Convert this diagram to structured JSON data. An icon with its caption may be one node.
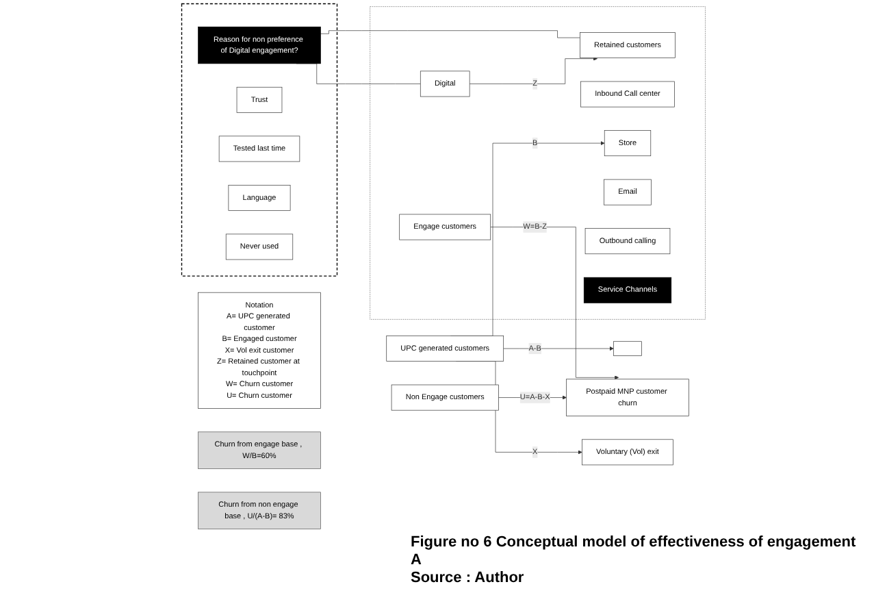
{
  "diagram": {
    "caption": "Figure no  6 Conceptual model of effectiveness of engagement",
    "nodes": [
      {
        "text": [],
        "shape": "box"
      },
      {
        "text": [
          "Reason for non preference of Digital engagement?"
        ],
        "in": 0
      },
      {
        "text": [
          "Trust"
        ],
        "in": 0
      },
      {
        "text": [
          "Tested last time"
        ],
        "in": 0
      },
      {
        "text": [
          "Language"
        ],
        "in": 0
      },
      {
        "text": [
          "Never used"
        ],
        "in": 0
      },
      {
        "text": [],
        "shape": "box"
      },
      {
        "text": [
          "Retained customers"
        ],
        "in": 6
      },
      {
        "text": [
          "Digital"
        ],
        "in": 6
      },
      {
        "text": [
          "Inbound Call center"
        ],
        "in": 6
      },
      {
        "text": [
          "Store"
        ],
        "in": 6
      },
      {
        "text": [
          "Email"
        ],
        "in": 6
      },
      {
        "text": [
          "Outbound calling"
        ],
        "in": 6
      },
      {
        "text": [
          "Service Channels"
        ],
        "in": 6
      },
      {
        "text": [
          "Engage customers"
        ],
        "in": 6
      },
      {
        "text": [
          "Churn from engage base , W/B=60%"
        ]
      },
      {
        "text": [
          "Postpaid MNP customer churn"
        ]
      },
      {
        "text": [
          "UPC generated customers"
        ]
      },
      {
        "text": [
          "Notation",
          "A= UPC generated customer",
          "B= Engaged customer",
          "X= Vol exit customer",
          "Z= Retained customer at touchpoint",
          "W= Churn customer",
          "U= Churn customer"
        ]
      },
      {
        "text": [],
        "shape": "box"
      },
      {
        "text": [
          "Non Engage customers"
        ]
      },
      {
        "text": [
          "Voluntary (Vol)  exit"
        ]
      },
      {
        "text": [
          "Churn from non engage base , U/(A-B)= 83%"
        ]
      }
    ],
    "edges": [
      {
        "from": 1,
        "to": 7,
        "arrow": "none"
      },
      {
        "from": 1,
        "to": 8,
        "arrow": "none"
      },
      {
        "from": 8,
        "to": 7,
        "arrow": "to",
        "label": "Z"
      },
      {
        "from": 17,
        "to": 10,
        "arrow": "to",
        "label": "B"
      },
      {
        "from": 17,
        "to": 19,
        "arrow": "to",
        "label": "A-B"
      },
      {
        "from": 17,
        "to": 21,
        "arrow": "to",
        "label": "X"
      },
      {
        "from": 14,
        "to": 16,
        "arrow": "to",
        "label": "W=B-Z"
      },
      {
        "from": 20,
        "to": 16,
        "arrow": "to",
        "label": "U=A-B-X"
      }
    ],
    "labels": [
      "A",
      "Source : Author"
    ]
  }
}
